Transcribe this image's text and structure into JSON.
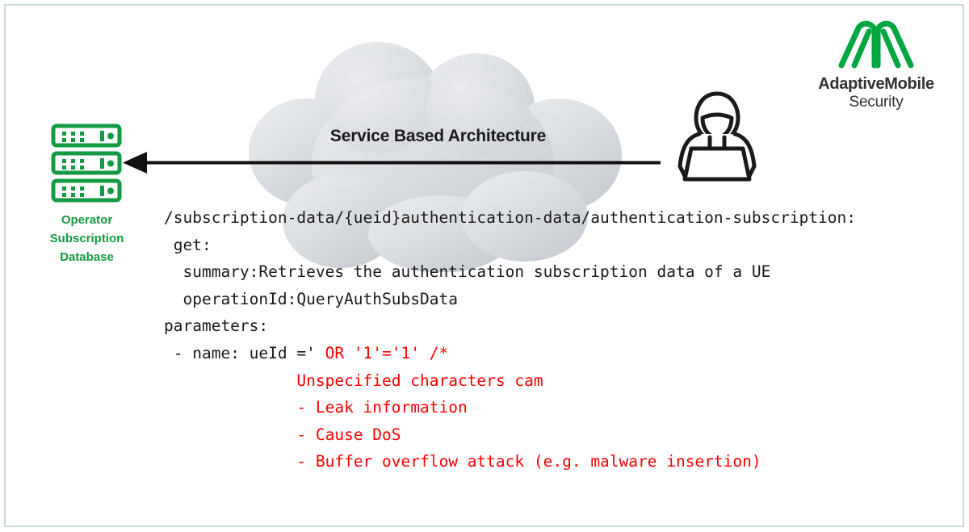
{
  "page": {
    "background": "#ffffff",
    "frame_color": "#c7dade"
  },
  "cloud": {
    "label": "Service Based Architecture",
    "fill_light": "#e9ebed",
    "fill_dark": "#c9ced4"
  },
  "database": {
    "icon": "server-rack-icon",
    "color": "#139a42",
    "label_line1": "Operator",
    "label_line2": "Subscription",
    "label_line3": "Database"
  },
  "attacker": {
    "icon": "hooded-hacker-laptop-icon",
    "color": "#1a1a1a"
  },
  "arrow": {
    "name": "attack-flow-arrow",
    "direction": "left",
    "color": "#111111"
  },
  "logo": {
    "mark": "adaptivemobile-m-logo-icon",
    "mark_color": "#00a63f",
    "name": "AdaptiveMobile",
    "sub": "Security",
    "text_color": "#2f3133"
  },
  "code": {
    "lines": [
      {
        "black": "/subscription-data/{ueid}authentication-data/authentication-subscription:",
        "red": ""
      },
      {
        "black": " get:",
        "red": ""
      },
      {
        "black": "  summary:Retrieves the authentication subscription data of a UE",
        "red": ""
      },
      {
        "black": "  operationId:QueryAuthSubsData",
        "red": ""
      },
      {
        "black": "parameters:",
        "red": ""
      },
      {
        "black": " - name: ueId ='",
        "red": " OR '1'='1' /*"
      },
      {
        "black": "              ",
        "red": "Unspecified characters cam"
      },
      {
        "black": "              ",
        "red": "- Leak information"
      },
      {
        "black": "              ",
        "red": "- Cause DoS"
      },
      {
        "black": "              ",
        "red": "- Buffer overflow attack (e.g. malware insertion)"
      }
    ],
    "black_color": "#1a1a1a",
    "red_color": "#ff0000"
  }
}
